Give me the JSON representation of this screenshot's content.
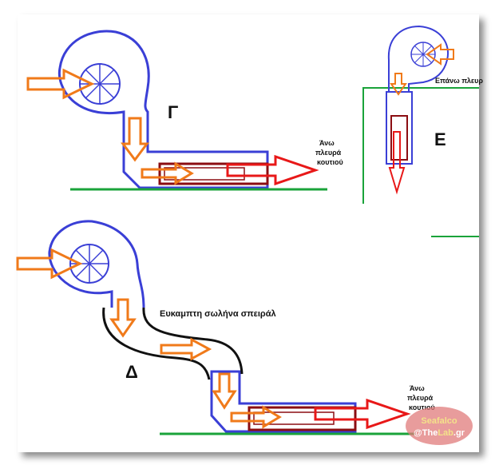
{
  "labels": {
    "gamma": "Γ",
    "epsilon": "Ε",
    "delta": "Δ",
    "flex_hose": "Ευκαμπτη σωλήνα σπειράλ",
    "top_side_1": [
      "Άνω",
      "πλευρά",
      "κουτιού"
    ],
    "top_side_2": [
      "Άνω",
      "πλευρά",
      "κουτιού"
    ],
    "upper_side": "Επάνω πλευρ"
  },
  "watermark": {
    "line1": "Seafalco",
    "line2_prefix": "@The",
    "line2_highlight": "Lab",
    "line2_suffix": ".gr"
  },
  "colors": {
    "blower": "#3a3fd6",
    "airflow": "#f07a1a",
    "hot_air": "#e81818",
    "heater": "#8b0d12",
    "ground": "#1aa33a",
    "hose": "#111111"
  }
}
